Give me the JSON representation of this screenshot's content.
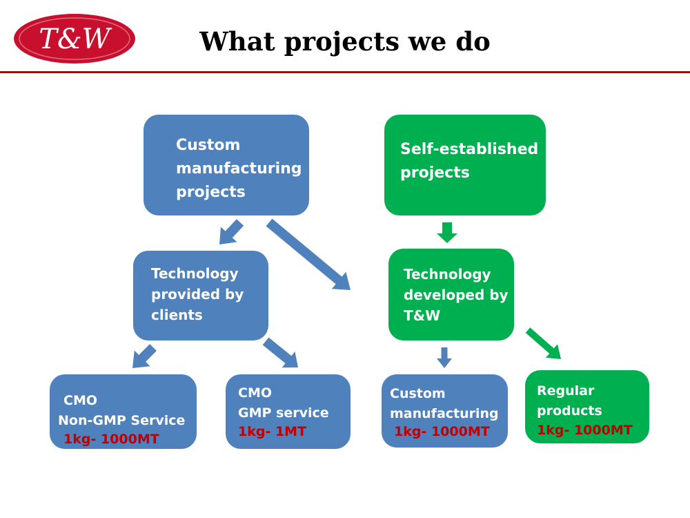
{
  "logo": {
    "text": "T&W"
  },
  "title": "What projects we do",
  "colors": {
    "blue": "#4f81bd",
    "green": "#00b050",
    "red": "#c00000",
    "rule": "#c00000"
  },
  "boxes": {
    "custom_mfg_projects": {
      "lines": [
        "Custom",
        "manufacturing",
        "projects"
      ]
    },
    "self_established": {
      "lines": [
        "Self-established",
        "projects"
      ]
    },
    "tech_clients": {
      "lines": [
        "Technology",
        "provided by",
        "clients"
      ]
    },
    "tech_tw": {
      "lines": [
        "Technology",
        "developed by",
        "T&W"
      ]
    },
    "cmo_non_gmp": {
      "lines": [
        "CMO",
        "Non-GMP Service"
      ],
      "scale": "1kg- 1000MT"
    },
    "cmo_gmp": {
      "lines": [
        "CMO",
        "GMP service"
      ],
      "scale": "1kg- 1MT"
    },
    "custom_mfg": {
      "lines": [
        "Custom",
        "manufacturing"
      ],
      "scale": "1kg- 1000MT"
    },
    "regular": {
      "lines": [
        "Regular",
        "products"
      ],
      "scale": "1kg- 1000MT"
    }
  }
}
